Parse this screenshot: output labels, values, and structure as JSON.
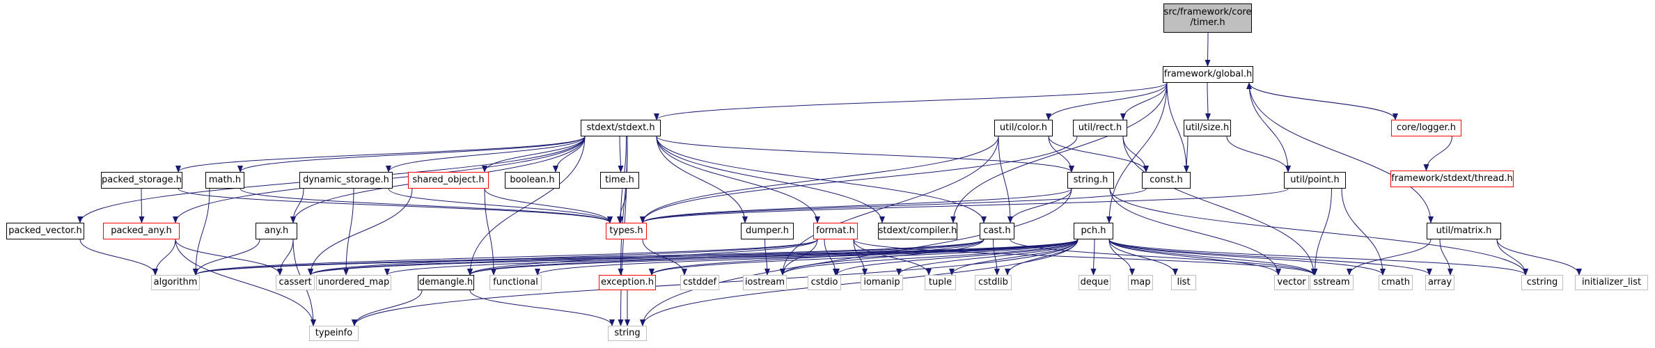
{
  "diagram": {
    "colors": {
      "edge": "#191970",
      "node_border": "#000000",
      "leaf_border": "#bfbfbf",
      "link_border": "#ff0000",
      "root_fill": "#bfbfbf"
    },
    "nodes": [
      {
        "id": "root",
        "label": "src/framework/core\n/timer.h",
        "style": "root"
      },
      {
        "id": "global",
        "label": "framework/global.h",
        "style": "black"
      },
      {
        "id": "stdext",
        "label": "stdext/stdext.h",
        "style": "black"
      },
      {
        "id": "color",
        "label": "util/color.h",
        "style": "black"
      },
      {
        "id": "rect",
        "label": "util/rect.h",
        "style": "black"
      },
      {
        "id": "size",
        "label": "util/size.h",
        "style": "black"
      },
      {
        "id": "logger",
        "label": "core/logger.h",
        "style": "red"
      },
      {
        "id": "thread",
        "label": "framework/stdext/thread.h",
        "style": "red"
      },
      {
        "id": "packed_storage",
        "label": "packed_storage.h",
        "style": "black"
      },
      {
        "id": "mathh",
        "label": "math.h",
        "style": "black"
      },
      {
        "id": "dynamic_storage",
        "label": "dynamic_storage.h",
        "style": "black"
      },
      {
        "id": "shared_object",
        "label": "shared_object.h",
        "style": "red"
      },
      {
        "id": "boolean",
        "label": "boolean.h",
        "style": "black"
      },
      {
        "id": "timeh",
        "label": "time.h",
        "style": "black"
      },
      {
        "id": "stringh",
        "label": "string.h",
        "style": "black"
      },
      {
        "id": "consth",
        "label": "const.h",
        "style": "black"
      },
      {
        "id": "point",
        "label": "util/point.h",
        "style": "black"
      },
      {
        "id": "packed_vector",
        "label": "packed_vector.h",
        "style": "black"
      },
      {
        "id": "packed_any",
        "label": "packed_any.h",
        "style": "red"
      },
      {
        "id": "anyh",
        "label": "any.h",
        "style": "black"
      },
      {
        "id": "types",
        "label": "types.h",
        "style": "red"
      },
      {
        "id": "dumper",
        "label": "dumper.h",
        "style": "black"
      },
      {
        "id": "format",
        "label": "format.h",
        "style": "red"
      },
      {
        "id": "compiler",
        "label": "stdext/compiler.h",
        "style": "black"
      },
      {
        "id": "cast",
        "label": "cast.h",
        "style": "black"
      },
      {
        "id": "pch",
        "label": "pch.h",
        "style": "black"
      },
      {
        "id": "matrix",
        "label": "util/matrix.h",
        "style": "black"
      },
      {
        "id": "algorithm",
        "label": "algorithm",
        "style": "gray"
      },
      {
        "id": "cassert",
        "label": "cassert",
        "style": "gray"
      },
      {
        "id": "unordered_map",
        "label": "unordered_map",
        "style": "gray"
      },
      {
        "id": "demangle",
        "label": "demangle.h",
        "style": "black"
      },
      {
        "id": "functional",
        "label": "functional",
        "style": "gray"
      },
      {
        "id": "exception",
        "label": "exception.h",
        "style": "red"
      },
      {
        "id": "cstddef",
        "label": "cstddef",
        "style": "gray"
      },
      {
        "id": "iostream",
        "label": "iostream",
        "style": "gray"
      },
      {
        "id": "cstdio",
        "label": "cstdio",
        "style": "gray"
      },
      {
        "id": "iomanip",
        "label": "iomanip",
        "style": "gray"
      },
      {
        "id": "tuple",
        "label": "tuple",
        "style": "gray"
      },
      {
        "id": "cstdlib",
        "label": "cstdlib",
        "style": "gray"
      },
      {
        "id": "deque",
        "label": "deque",
        "style": "gray"
      },
      {
        "id": "map",
        "label": "map",
        "style": "gray"
      },
      {
        "id": "list",
        "label": "list",
        "style": "gray"
      },
      {
        "id": "vector",
        "label": "vector",
        "style": "gray"
      },
      {
        "id": "sstream",
        "label": "sstream",
        "style": "gray"
      },
      {
        "id": "cmath",
        "label": "cmath",
        "style": "gray"
      },
      {
        "id": "array",
        "label": "array",
        "style": "gray"
      },
      {
        "id": "cstring",
        "label": "cstring",
        "style": "gray"
      },
      {
        "id": "initializer_list",
        "label": "initializer_list",
        "style": "gray"
      },
      {
        "id": "typeinfo",
        "label": "typeinfo",
        "style": "gray"
      },
      {
        "id": "string",
        "label": "string",
        "style": "gray"
      }
    ],
    "edges": [
      [
        "root",
        "global"
      ],
      [
        "global",
        "stdext"
      ],
      [
        "global",
        "color"
      ],
      [
        "global",
        "rect"
      ],
      [
        "global",
        "size"
      ],
      [
        "global",
        "logger"
      ],
      [
        "global",
        "point"
      ],
      [
        "global",
        "consth"
      ],
      [
        "global",
        "compiler"
      ],
      [
        "global",
        "pch"
      ],
      [
        "global",
        "matrix"
      ],
      [
        "logger",
        "global"
      ],
      [
        "logger",
        "thread"
      ],
      [
        "stdext",
        "packed_storage"
      ],
      [
        "stdext",
        "mathh"
      ],
      [
        "stdext",
        "dynamic_storage"
      ],
      [
        "stdext",
        "shared_object"
      ],
      [
        "stdext",
        "boolean"
      ],
      [
        "stdext",
        "timeh"
      ],
      [
        "stdext",
        "types"
      ],
      [
        "stdext",
        "stringh"
      ],
      [
        "stdext",
        "packed_vector"
      ],
      [
        "stdext",
        "packed_any"
      ],
      [
        "stdext",
        "anyh"
      ],
      [
        "stdext",
        "dumper"
      ],
      [
        "stdext",
        "format"
      ],
      [
        "stdext",
        "compiler"
      ],
      [
        "stdext",
        "cast"
      ],
      [
        "stdext",
        "exception"
      ],
      [
        "stdext",
        "demangle"
      ],
      [
        "stdext",
        "string"
      ],
      [
        "color",
        "types"
      ],
      [
        "color",
        "stringh"
      ],
      [
        "color",
        "consth"
      ],
      [
        "color",
        "cast"
      ],
      [
        "color",
        "iostream"
      ],
      [
        "rect",
        "types"
      ],
      [
        "rect",
        "consth"
      ],
      [
        "rect",
        "sstream"
      ],
      [
        "size",
        "consth"
      ],
      [
        "size",
        "point"
      ],
      [
        "point",
        "types"
      ],
      [
        "point",
        "sstream"
      ],
      [
        "point",
        "cmath"
      ],
      [
        "packed_storage",
        "types"
      ],
      [
        "packed_storage",
        "packed_any"
      ],
      [
        "mathh",
        "types"
      ],
      [
        "mathh",
        "algorithm"
      ],
      [
        "dynamic_storage",
        "types"
      ],
      [
        "dynamic_storage",
        "anyh"
      ],
      [
        "dynamic_storage",
        "unordered_map"
      ],
      [
        "shared_object",
        "types"
      ],
      [
        "shared_object",
        "cassert"
      ],
      [
        "shared_object",
        "functional"
      ],
      [
        "timeh",
        "types"
      ],
      [
        "stringh",
        "types"
      ],
      [
        "stringh",
        "cast"
      ],
      [
        "stringh",
        "vector"
      ],
      [
        "stringh",
        "cstring"
      ],
      [
        "stringh",
        "string"
      ],
      [
        "consth",
        "types"
      ],
      [
        "packed_vector",
        "algorithm"
      ],
      [
        "packed_any",
        "algorithm"
      ],
      [
        "packed_any",
        "cassert"
      ],
      [
        "packed_any",
        "typeinfo"
      ],
      [
        "anyh",
        "algorithm"
      ],
      [
        "anyh",
        "cassert"
      ],
      [
        "anyh",
        "typeinfo"
      ],
      [
        "types",
        "cstddef"
      ],
      [
        "dumper",
        "iostream"
      ],
      [
        "format",
        "algorithm"
      ],
      [
        "format",
        "iostream"
      ],
      [
        "format",
        "cstdio"
      ],
      [
        "format",
        "iomanip"
      ],
      [
        "format",
        "tuple"
      ],
      [
        "format",
        "sstream"
      ],
      [
        "format",
        "cassert"
      ],
      [
        "format",
        "demangle"
      ],
      [
        "cast",
        "demangle"
      ],
      [
        "cast",
        "cstdlib"
      ],
      [
        "cast",
        "exception"
      ],
      [
        "cast",
        "sstream"
      ],
      [
        "cast",
        "iostream"
      ],
      [
        "cast",
        "cassert"
      ],
      [
        "cast",
        "algorithm"
      ],
      [
        "demangle",
        "string"
      ],
      [
        "demangle",
        "typeinfo"
      ],
      [
        "exception",
        "string"
      ],
      [
        "pch",
        "algorithm"
      ],
      [
        "pch",
        "cassert"
      ],
      [
        "pch",
        "unordered_map"
      ],
      [
        "pch",
        "functional"
      ],
      [
        "pch",
        "iostream"
      ],
      [
        "pch",
        "cstdio"
      ],
      [
        "pch",
        "iomanip"
      ],
      [
        "pch",
        "tuple"
      ],
      [
        "pch",
        "cstdlib"
      ],
      [
        "pch",
        "deque"
      ],
      [
        "pch",
        "map"
      ],
      [
        "pch",
        "list"
      ],
      [
        "pch",
        "vector"
      ],
      [
        "pch",
        "sstream"
      ],
      [
        "pch",
        "cmath"
      ],
      [
        "pch",
        "array"
      ],
      [
        "pch",
        "cstring"
      ],
      [
        "pch",
        "typeinfo"
      ],
      [
        "pch",
        "string"
      ],
      [
        "pch",
        "exception"
      ],
      [
        "pch",
        "demangle"
      ],
      [
        "matrix",
        "sstream"
      ],
      [
        "matrix",
        "array"
      ],
      [
        "matrix",
        "cstring"
      ],
      [
        "matrix",
        "initializer_list"
      ]
    ]
  }
}
